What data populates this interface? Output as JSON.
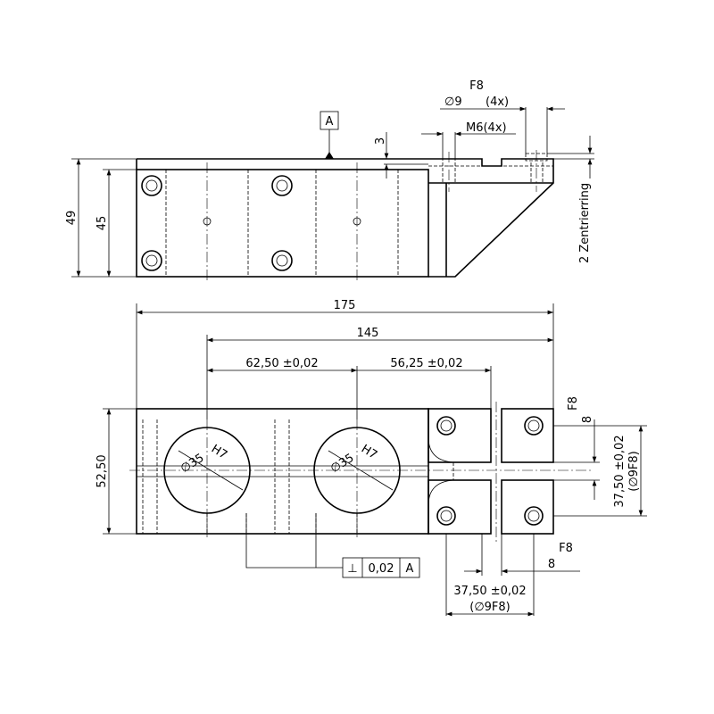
{
  "front_view": {
    "dim_height_total": "49",
    "dim_height_body": "45",
    "dim_step": "3",
    "datum": "A",
    "hole_dia": "∅9",
    "hole_fit": "F8",
    "hole_count": "(4x)",
    "thread": "M6(4x)",
    "centering": "2 Zentrierring"
  },
  "top_view": {
    "dim_length": "175",
    "dim_bore_span": "145",
    "dim_pitch_1": "62,50 ±0,02",
    "dim_pitch_2": "56,25 ±0,02",
    "dim_width": "52,50",
    "bore_1_dia": "35",
    "bore_1_fit": "H7",
    "bore_2_dia": "35",
    "bore_2_fit": "H7",
    "dim_right_vertical": "37,50 ±0,02",
    "dim_right_vertical_note": "(∅9F8)",
    "dim_right_small": "8",
    "dim_right_small_fit": "F8",
    "dim_bottom_horizontal": "37,50 ±0,02",
    "dim_bottom_horizontal_note": "(∅9F8)",
    "dim_bottom_small": "8",
    "dim_bottom_small_fit": "F8",
    "tolerance_symbol": "⊥",
    "tolerance_value": "0,02",
    "tolerance_datum": "A"
  }
}
